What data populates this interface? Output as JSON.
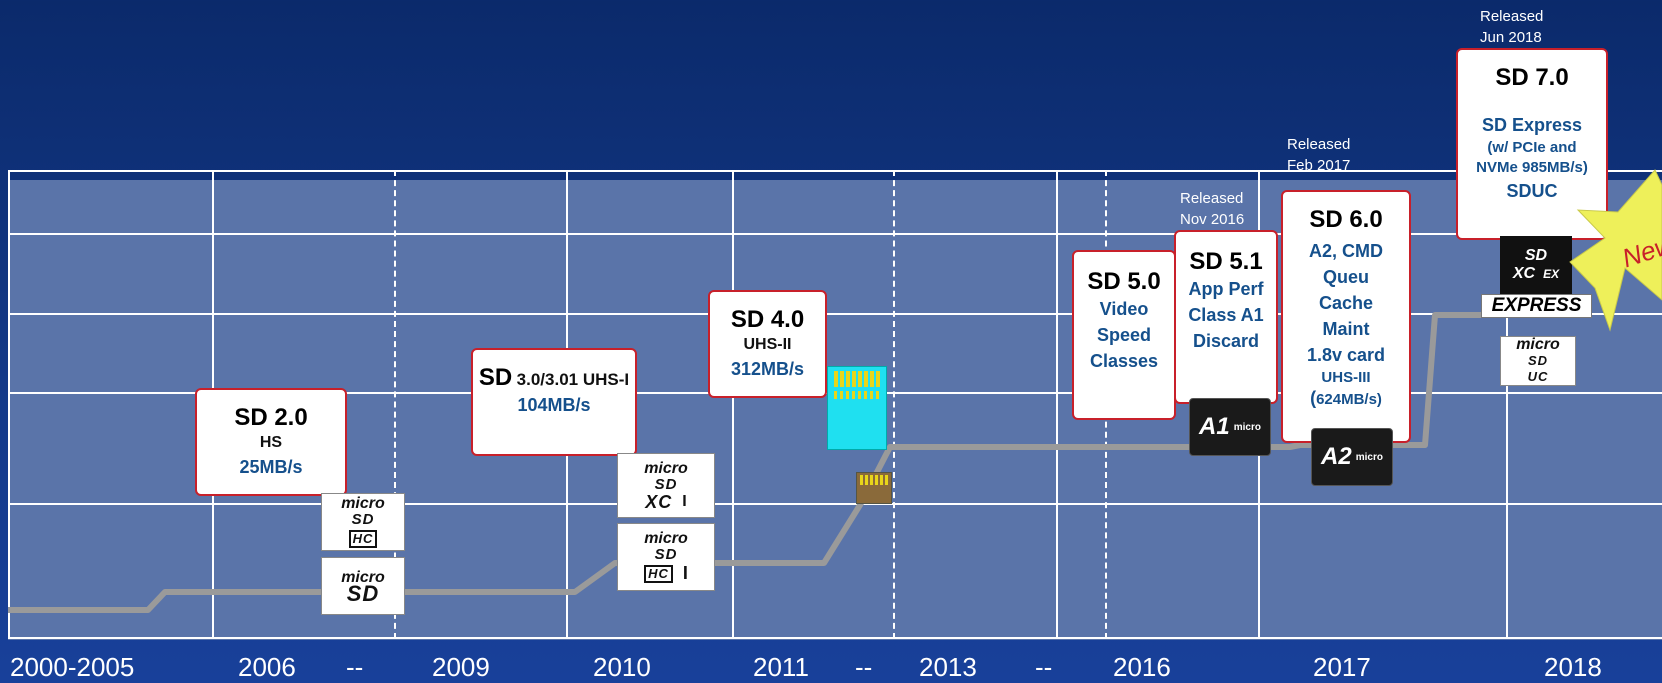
{
  "years": [
    "2000-2005",
    "2006",
    "--",
    "2009",
    "2010",
    "2011",
    "--",
    "2013",
    "--",
    "2016",
    "2017",
    "2018"
  ],
  "cards": {
    "sd20": {
      "title": "SD 2.0",
      "line1": "HS",
      "line2": "25MB/s"
    },
    "sd30": {
      "title": "SD",
      "title_small": "3.0/3.01 UHS-I",
      "line2": "104MB/s"
    },
    "sd40": {
      "title": "SD 4.0",
      "line1": "UHS-II",
      "line2": "312MB/s"
    },
    "sd50": {
      "title": "SD 5.0",
      "lines": [
        "Video",
        "Speed",
        "Classes"
      ]
    },
    "sd51": {
      "title": "SD 5.1",
      "lines": [
        "App Perf",
        "Class A1",
        "Discard"
      ]
    },
    "sd60": {
      "title": "SD 6.0",
      "lines": [
        "A2, CMD",
        "Queu",
        "Cache",
        "Maint",
        "1.8v card"
      ],
      "small1": "UHS-III",
      "small2_paren": "(",
      "small2": "624MB/s)"
    },
    "sd70": {
      "title": "SD 7.0",
      "line1": "SD Express",
      "line2": "(w/ PCIe and",
      "line3": "NVMe 985MB/s)",
      "line4": "SDUC"
    }
  },
  "released": {
    "sd51": [
      "Released",
      "Nov 2016"
    ],
    "sd60": [
      "Released",
      "Feb 2017"
    ],
    "sd70": [
      "Released",
      "Jun 2018"
    ]
  },
  "logos": {
    "micro_word": "micro",
    "sd_word": "SD",
    "hc_word": "HC",
    "xc_word": "XC",
    "uc_word": "UC",
    "roman_one": "I",
    "a1_word": "A1",
    "a2_word": "A2",
    "express_word": "EXPRESS",
    "ex_word": "EX"
  },
  "new_badge": "New",
  "colors": {
    "background": "#143a8a",
    "grid": "#5a74a9",
    "card_border": "#c8202a",
    "blue_text": "#15508c",
    "step_line": "#9a9a9a",
    "star": "#eef05a"
  }
}
